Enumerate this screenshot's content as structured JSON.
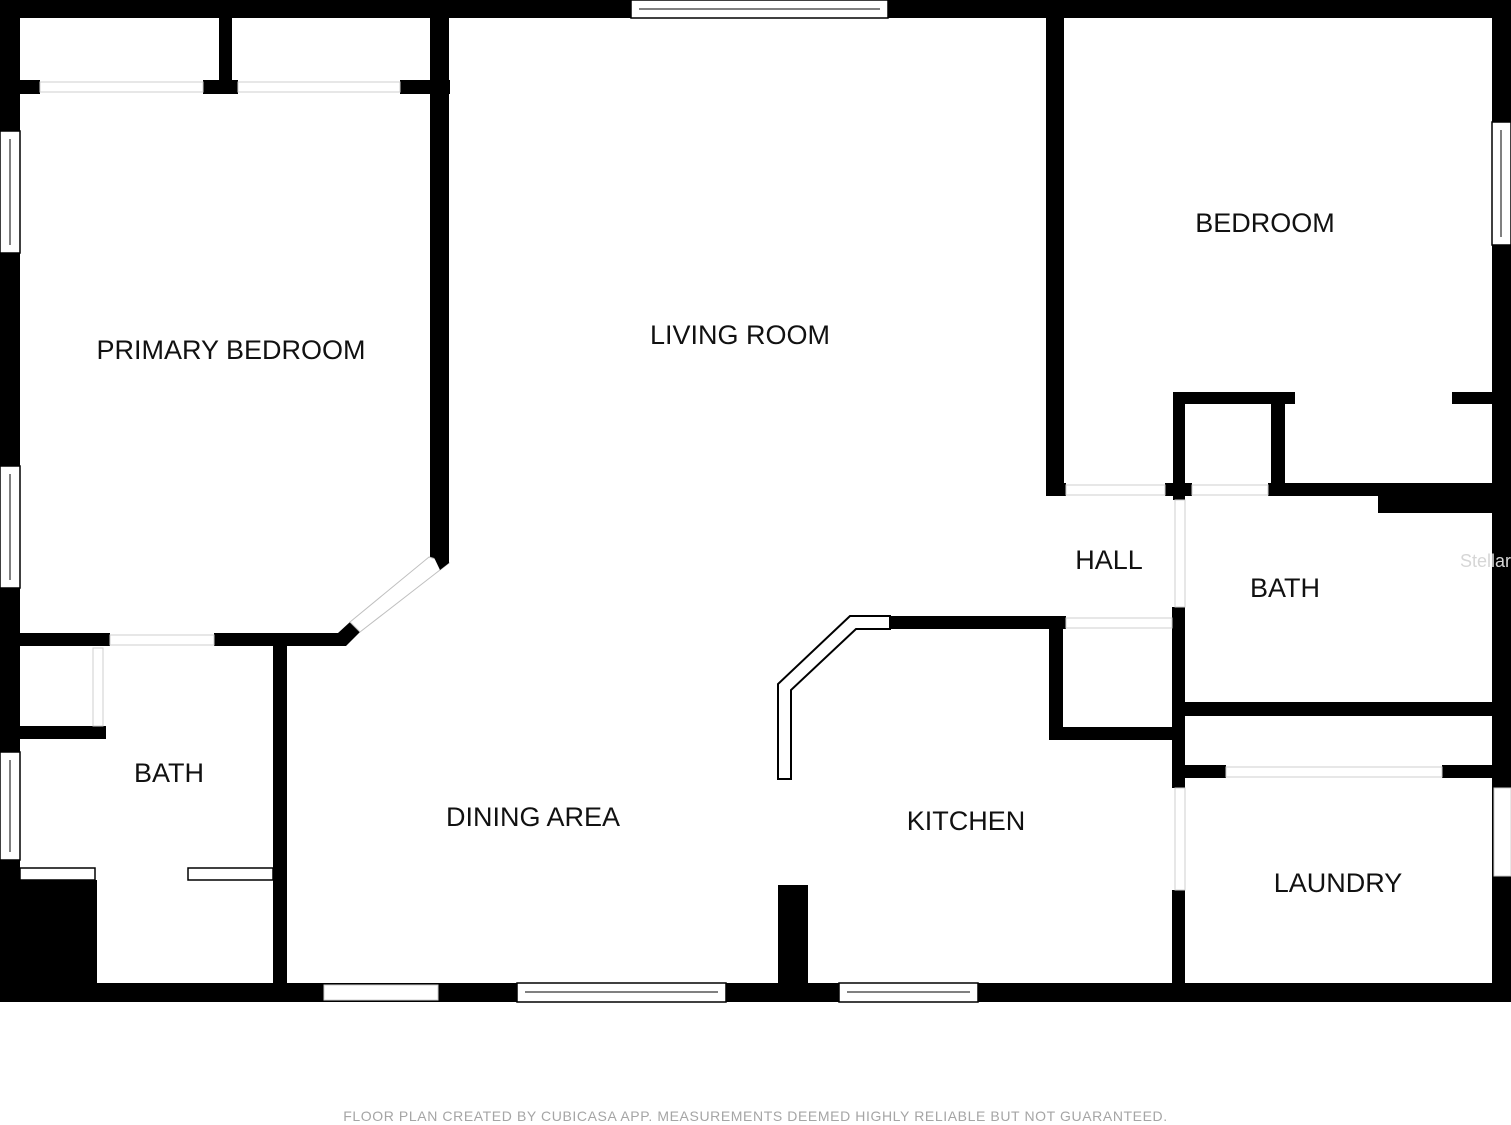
{
  "floor_plan": {
    "rooms": {
      "primary_bedroom": "PRIMARY BEDROOM",
      "living_room": "LIVING ROOM",
      "bedroom": "BEDROOM",
      "hall": "HALL",
      "bath_right": "BATH",
      "bath_left": "BATH",
      "dining_area": "DINING AREA",
      "kitchen": "KITCHEN",
      "laundry": "LAUNDRY"
    },
    "watermark": "Stellar",
    "footer_note": "FLOOR PLAN CREATED BY CUBICASA APP. MEASUREMENTS DEEMED HIGHLY RELIABLE BUT NOT GUARANTEED."
  },
  "colors": {
    "wall": "#000000",
    "background": "#ffffff",
    "footer_text": "#a5a5a5"
  }
}
